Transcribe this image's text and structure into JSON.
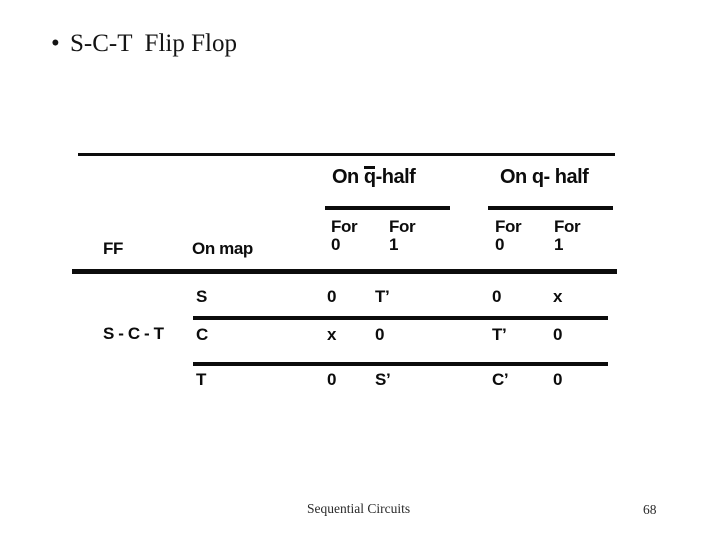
{
  "colors": {
    "background": "#ffffff",
    "text": "#0c0c0c",
    "rule": "#0c0c0c"
  },
  "title": {
    "bullet": "•",
    "text": "S-C-T  Flip Flop"
  },
  "table": {
    "group_headers": {
      "qbar_half": {
        "pre": "On ",
        "q": "q",
        "post": "-half"
      },
      "q_half": "On q- half"
    },
    "column_headers": {
      "ff": "FF",
      "on_map": "On map"
    },
    "sub_columns": [
      {
        "line1": "For",
        "line2": "0"
      },
      {
        "line1": "For",
        "line2": "1"
      },
      {
        "line1": "For",
        "line2": "0"
      },
      {
        "line1": "For",
        "line2": "1"
      }
    ],
    "ff_label": "S - C - T",
    "rows": [
      {
        "map": "S",
        "values": [
          "0",
          "T’",
          "0",
          "x"
        ]
      },
      {
        "map": "C",
        "values": [
          "x",
          "0",
          "T’",
          "0"
        ]
      },
      {
        "map": "T",
        "values": [
          "0",
          "S’",
          "C’",
          "0"
        ]
      }
    ]
  },
  "footer": {
    "title": "Sequential Circuits",
    "page_number": "68"
  }
}
